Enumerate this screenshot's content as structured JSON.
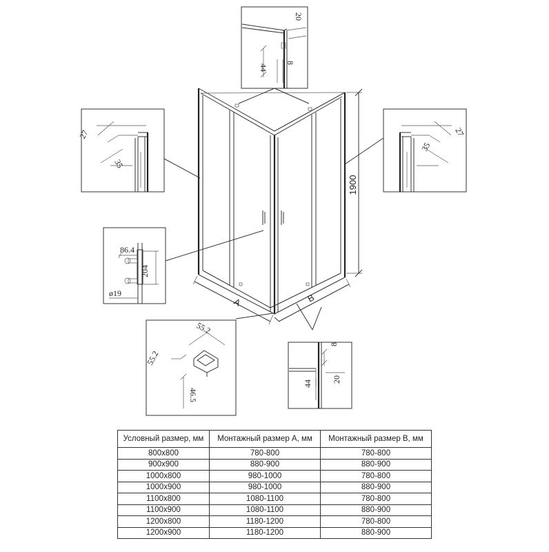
{
  "dimensions": {
    "top_detail": {
      "width_label": "20",
      "height_label": "44",
      "gap_label": "8"
    },
    "left_detail": {
      "label_a": "27",
      "label_b": "35"
    },
    "right_detail": {
      "label_a": "27",
      "label_b": "35"
    },
    "height_label": "1900",
    "handle_detail": {
      "spacing_label": "86.4",
      "length_label": "204",
      "diameter_label": "ø19"
    },
    "corner_detail": {
      "label_top": "55.2",
      "label_left": "55.2",
      "label_height": "46.5"
    },
    "bottom_detail": {
      "gap_label": "8",
      "height_label": "44",
      "width_label": "20"
    },
    "side_a_label": "A",
    "side_b_label": "B"
  },
  "table": {
    "headers": [
      "Условный размер, мм",
      "Монтажный размер А, мм",
      "Монтажный размер В, мм"
    ],
    "rows": [
      [
        "800x800",
        "780-800",
        "780-800"
      ],
      [
        "900x900",
        "880-900",
        "880-900"
      ],
      [
        "1000x800",
        "980-1000",
        "780-800"
      ],
      [
        "1000x900",
        "980-1000",
        "880-900"
      ],
      [
        "1100x800",
        "1080-1100",
        "780-800"
      ],
      [
        "1100x900",
        "1080-1100",
        "880-900"
      ],
      [
        "1200x800",
        "1180-1200",
        "780-800"
      ],
      [
        "1200x900",
        "1180-1200",
        "880-900"
      ]
    ]
  }
}
